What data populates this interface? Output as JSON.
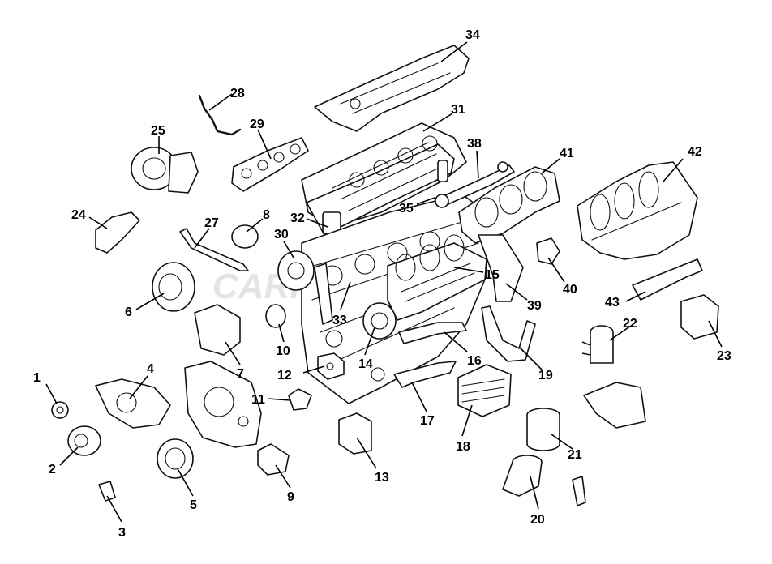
{
  "watermark": {
    "text": "CARPART.RU",
    "color": "#c8c8c8"
  },
  "line_color": "#111111",
  "labels": [
    {
      "id": "1",
      "text": "1"
    },
    {
      "id": "2",
      "text": "2"
    },
    {
      "id": "3",
      "text": "3"
    },
    {
      "id": "4",
      "text": "4"
    },
    {
      "id": "5",
      "text": "5"
    },
    {
      "id": "6",
      "text": "6"
    },
    {
      "id": "7",
      "text": "7"
    },
    {
      "id": "8",
      "text": "8"
    },
    {
      "id": "9",
      "text": "9"
    },
    {
      "id": "10",
      "text": "10"
    },
    {
      "id": "11",
      "text": "11"
    },
    {
      "id": "12",
      "text": "12"
    },
    {
      "id": "13",
      "text": "13"
    },
    {
      "id": "14",
      "text": "14"
    },
    {
      "id": "15",
      "text": "15"
    },
    {
      "id": "16",
      "text": "16"
    },
    {
      "id": "17",
      "text": "17"
    },
    {
      "id": "18",
      "text": "18"
    },
    {
      "id": "19",
      "text": "19"
    },
    {
      "id": "20",
      "text": "20"
    },
    {
      "id": "21",
      "text": "21"
    },
    {
      "id": "22",
      "text": "22"
    },
    {
      "id": "23",
      "text": "23"
    },
    {
      "id": "24",
      "text": "24"
    },
    {
      "id": "25",
      "text": "25"
    },
    {
      "id": "27",
      "text": "27"
    },
    {
      "id": "28",
      "text": "28"
    },
    {
      "id": "29",
      "text": "29"
    },
    {
      "id": "30",
      "text": "30"
    },
    {
      "id": "31",
      "text": "31"
    },
    {
      "id": "32",
      "text": "32"
    },
    {
      "id": "33",
      "text": "33"
    },
    {
      "id": "34",
      "text": "34"
    },
    {
      "id": "35",
      "text": "35"
    },
    {
      "id": "38",
      "text": "38"
    },
    {
      "id": "39",
      "text": "39"
    },
    {
      "id": "40",
      "text": "40"
    },
    {
      "id": "41",
      "text": "41"
    },
    {
      "id": "42",
      "text": "42"
    },
    {
      "id": "43",
      "text": "43"
    }
  ]
}
